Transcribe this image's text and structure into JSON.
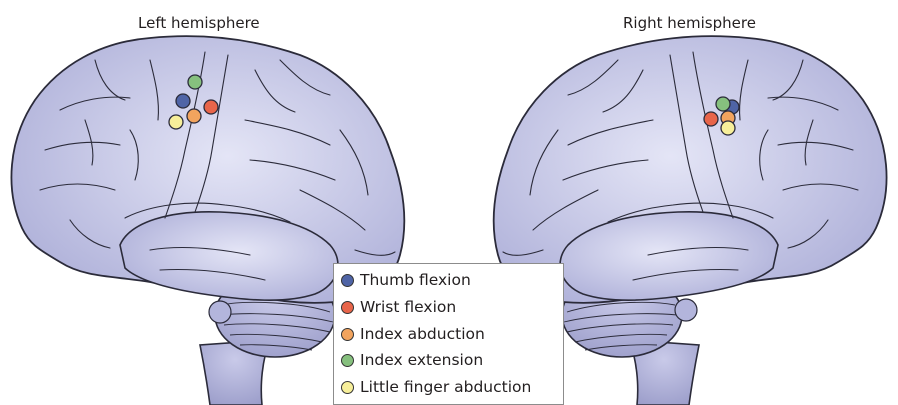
{
  "panels": [
    {
      "title": "Left hemisphere"
    },
    {
      "title": "Right hemisphere"
    }
  ],
  "legend": [
    {
      "label": "Thumb flexion",
      "color": "#4f64a6"
    },
    {
      "label": "Wrist flexion",
      "color": "#e8654a"
    },
    {
      "label": "Index abduction",
      "color": "#f2a45e"
    },
    {
      "label": "Index extension",
      "color": "#86c07e"
    },
    {
      "label": "Little finger abduction",
      "color": "#f7ef9a"
    }
  ],
  "colors": {
    "brain_fill": "#c5c6e6",
    "brain_stroke": "#2b2b3a",
    "cerebellum_fill": "#aeb0d6"
  }
}
